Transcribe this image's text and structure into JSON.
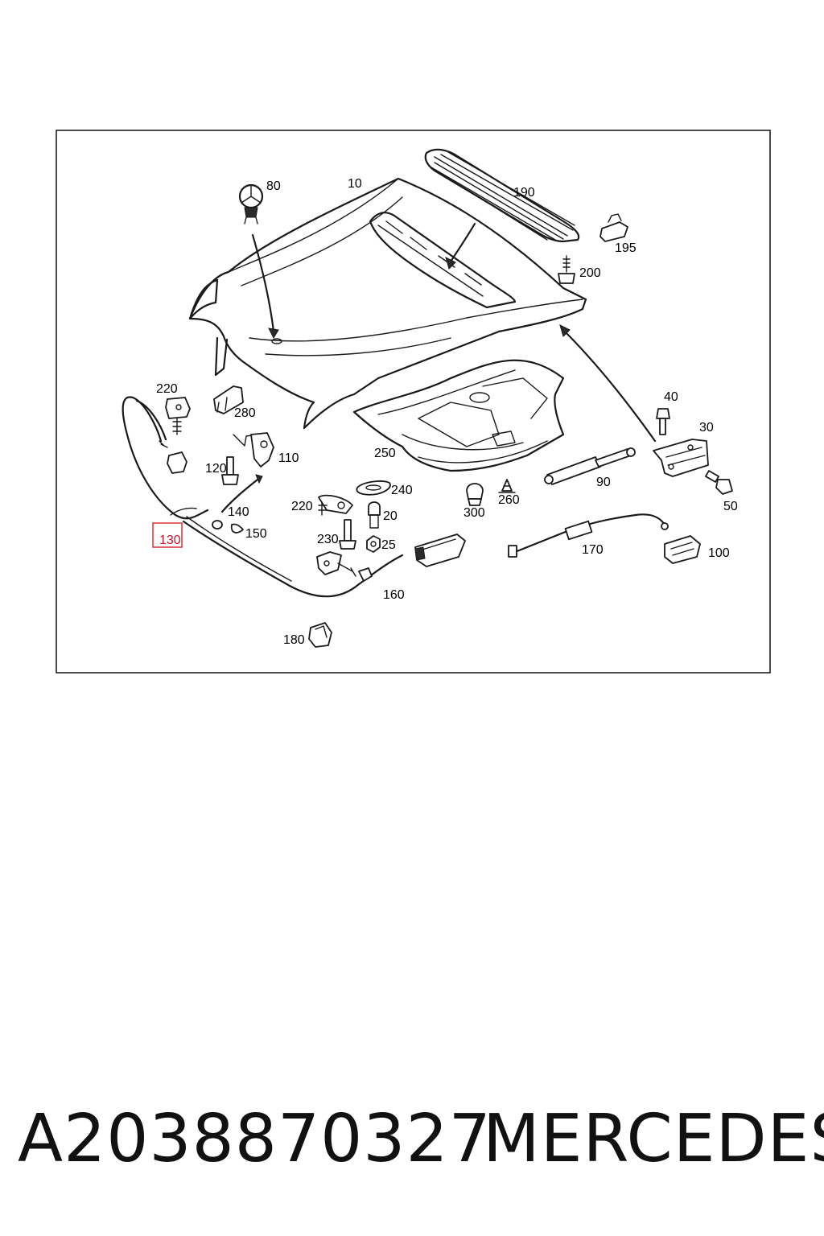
{
  "diagram": {
    "callouts": {
      "c10": "10",
      "c80": "80",
      "c190": "190",
      "c195": "195",
      "c200": "200",
      "c220a": "220",
      "c280": "280",
      "c110": "110",
      "c120": "120",
      "c40": "40",
      "c30": "30",
      "c50": "50",
      "c90": "90",
      "c250": "250",
      "c240": "240",
      "c220b": "220",
      "c20": "20",
      "c300": "300",
      "c260": "260",
      "c140": "140",
      "c150": "150",
      "c130": "130",
      "c230": "230",
      "c25": "25",
      "c170": "170",
      "c100": "100",
      "c160": "160",
      "c180": "180"
    },
    "highlighted": "130",
    "highlight_color": "#e0303a"
  },
  "footer": {
    "part_number": "A2038870327",
    "brand": "MERCEDES"
  }
}
